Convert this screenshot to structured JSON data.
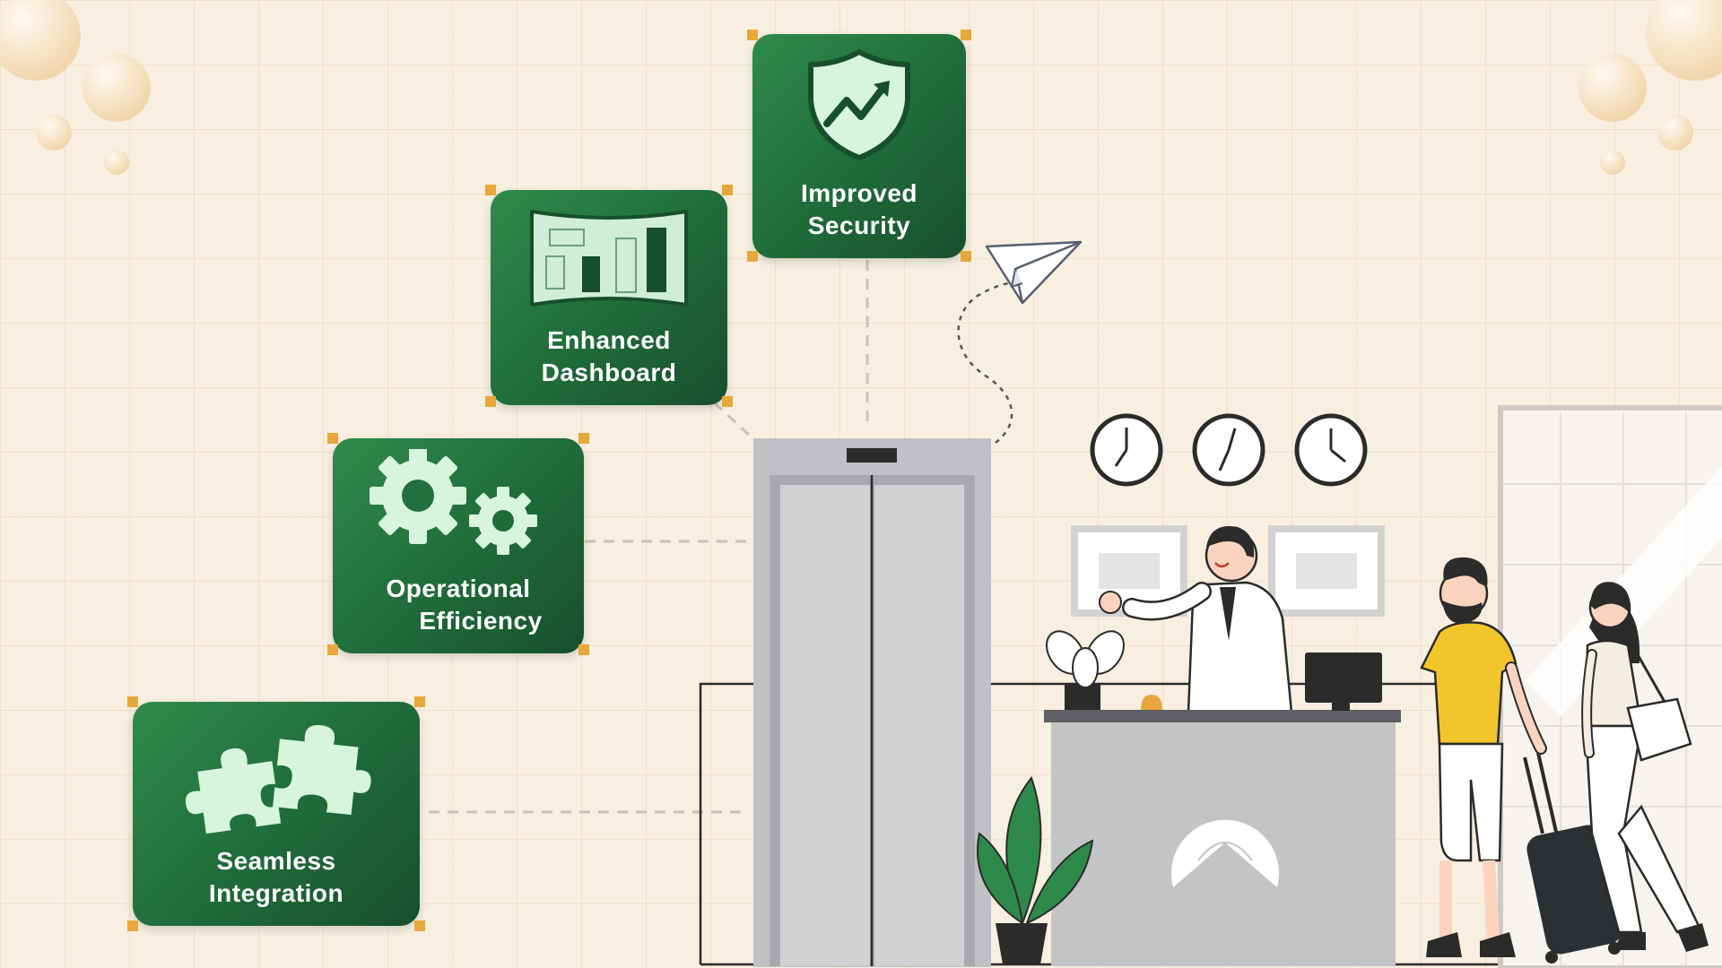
{
  "features": {
    "improved_security": {
      "line1": "Improved",
      "line2": "Security",
      "icon": "shield-growth-icon"
    },
    "enhanced_dashboard": {
      "line1": "Enhanced",
      "line2": "Dashboard",
      "icon": "dashboard-chart-icon"
    },
    "operational_efficiency": {
      "line1": "Operational",
      "line2": "Efficiency",
      "icon": "gears-icon"
    },
    "seamless_integration": {
      "line1": "Seamless",
      "line2": "Integration",
      "icon": "puzzle-icon"
    }
  },
  "colors": {
    "background": "#f8efe1",
    "card_green": "#1f6b39",
    "icon_mint": "#d7f5dc",
    "handle_orange": "#e8a73b",
    "shirt_yellow": "#f2c62b"
  }
}
